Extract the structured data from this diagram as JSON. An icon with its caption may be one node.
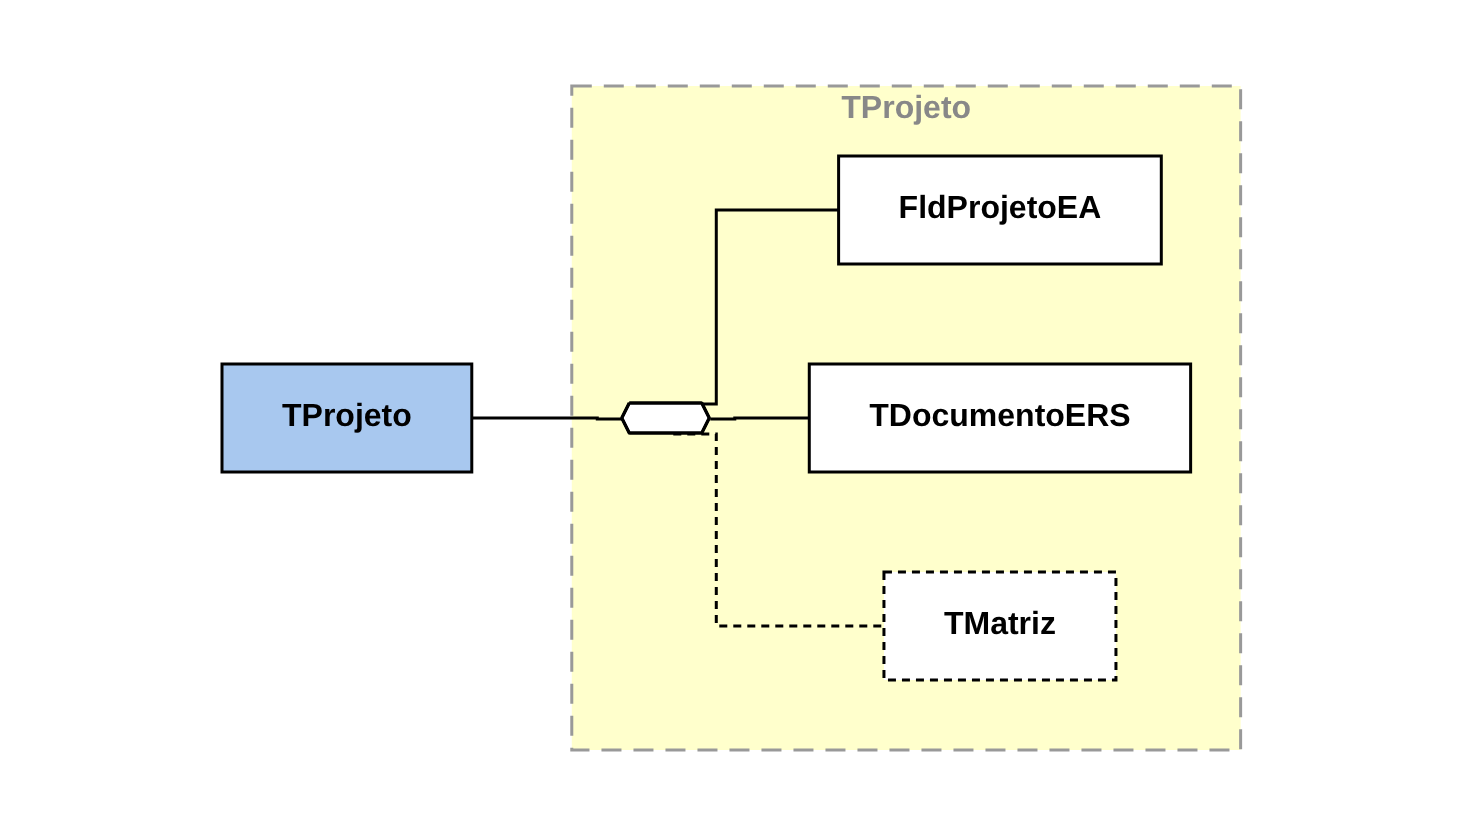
{
  "diagram": {
    "nodes": [
      {
        "text": [
          "TProjeto"
        ]
      },
      {
        "text": [
          "TProjeto"
        ]
      },
      {
        "text": [],
        "shape": "hexagon",
        "in": 1
      },
      {
        "text": [
          "FldProjetoEA"
        ],
        "in": 1
      },
      {
        "text": [
          "TDocumentoERS"
        ],
        "in": 1
      },
      {
        "text": [
          "TMatriz"
        ],
        "in": 1
      }
    ],
    "edges": [
      {
        "from": 0,
        "to": 2,
        "arrow": "none"
      },
      {
        "from": 2,
        "to": 3,
        "arrow": "none"
      },
      {
        "from": 2,
        "to": 4,
        "arrow": "none"
      },
      {
        "from": 2,
        "to": 5,
        "arrow": "none",
        "style": "dashed"
      }
    ]
  }
}
